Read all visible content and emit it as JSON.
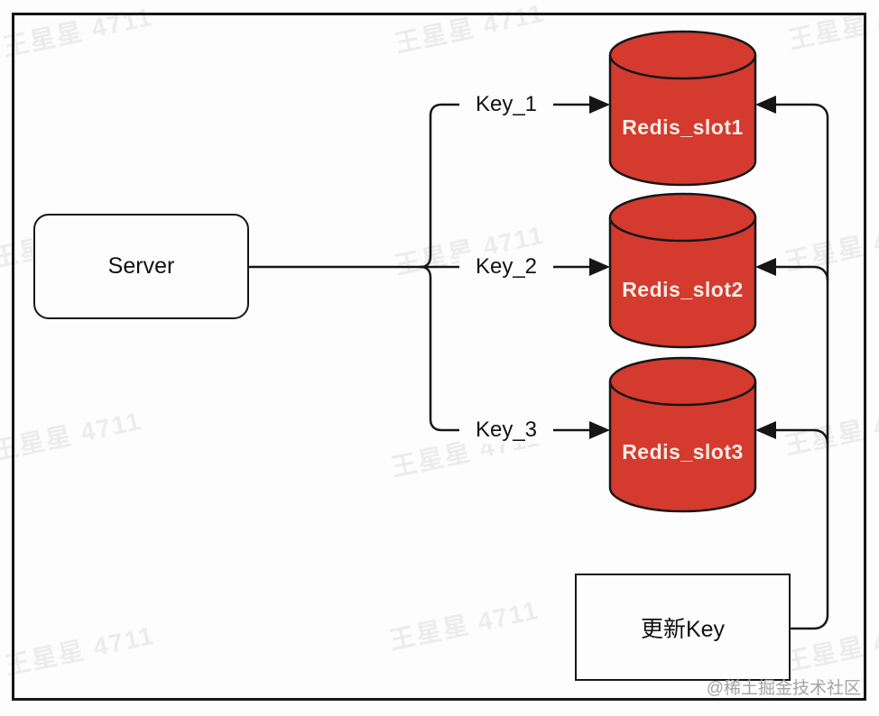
{
  "diagram": {
    "server_label": "Server",
    "update_key_label": "更新Key",
    "key_labels": [
      "Key_1",
      "Key_2",
      "Key_3"
    ],
    "slot_labels": [
      "Redis_slot1",
      "Redis_slot2",
      "Redis_slot3"
    ],
    "colors": {
      "cylinder_fill": "#d43a2e",
      "line": "#161616",
      "slot_text": "#f7ece4",
      "watermark": "#ececec"
    }
  },
  "watermark": {
    "text": "王星星 4711"
  },
  "credit": {
    "text": "@稀土掘金技术社区"
  }
}
